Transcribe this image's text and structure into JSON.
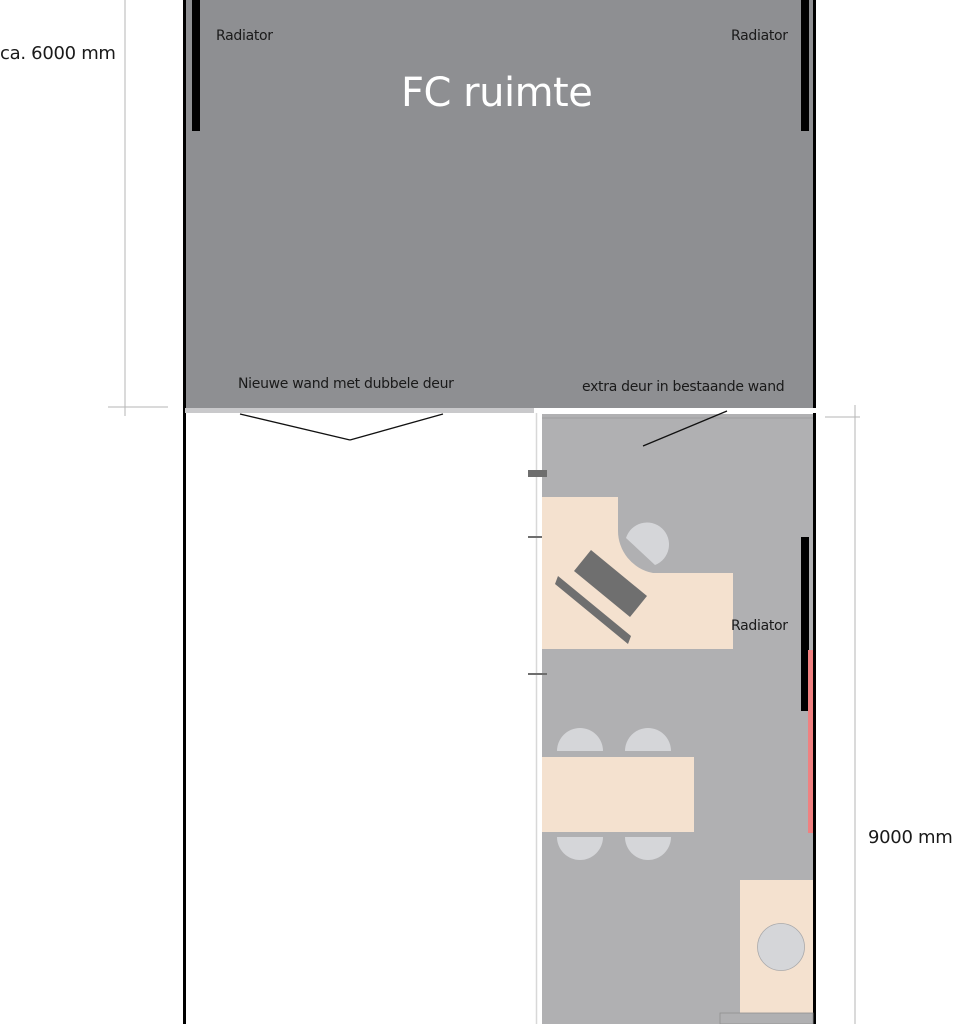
{
  "plan": {
    "room_title": "FC ruimte",
    "labels": {
      "radiator_top_left": "Radiator",
      "radiator_top_right": "Radiator",
      "radiator_right_middle": "Radiator",
      "new_wall": "Nieuwe wand met dubbele deur",
      "extra_door": "extra deur in bestaande wand"
    },
    "dimensions": {
      "top_height": "ca. 6000 mm",
      "bottom_height": "9000 mm"
    },
    "colors": {
      "fc_room": "#8e8f92",
      "office_room": "#b0b0b2",
      "furniture": "#f4e1cf",
      "chair": "#d5d6d9",
      "equipment": "#707070",
      "radiator": "#000000",
      "highlight_wall": "#f08080",
      "new_wall": "#c9c9cb"
    }
  }
}
